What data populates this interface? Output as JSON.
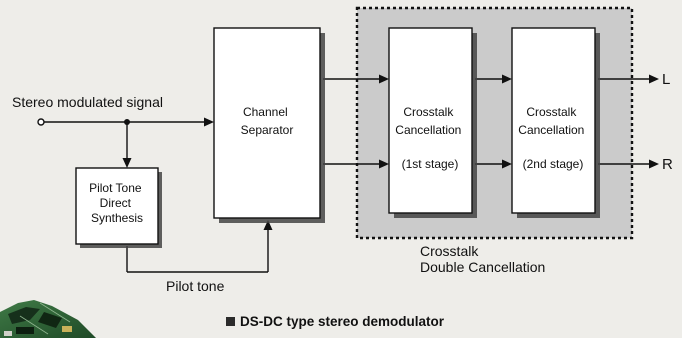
{
  "colors": {
    "background": "#eeede9",
    "group_fill": "#cbcbcb",
    "box_fill": "#ffffff",
    "line": "#111111"
  },
  "diagram": {
    "input_label": "Stereo modulated signal",
    "pilot_synth_lines": [
      "Pilot Tone",
      "Direct",
      "Synthesis"
    ],
    "separator_lines": [
      "Channel",
      "Separator"
    ],
    "stage1_lines": [
      "Crosstalk",
      "Cancellation",
      "(1st stage)"
    ],
    "stage2_lines": [
      "Crosstalk",
      "Cancellation",
      "(2nd stage)"
    ],
    "output_left": "L",
    "output_right": "R",
    "pilot_tone_label": "Pilot tone",
    "group_label_lines": [
      "Crosstalk",
      "Double Cancellation"
    ]
  },
  "caption": "DS-DC type stereo demodulator",
  "icons": {
    "caption_bullet": "square-bullet-icon",
    "circuit_board": "circuit-board-icon"
  }
}
